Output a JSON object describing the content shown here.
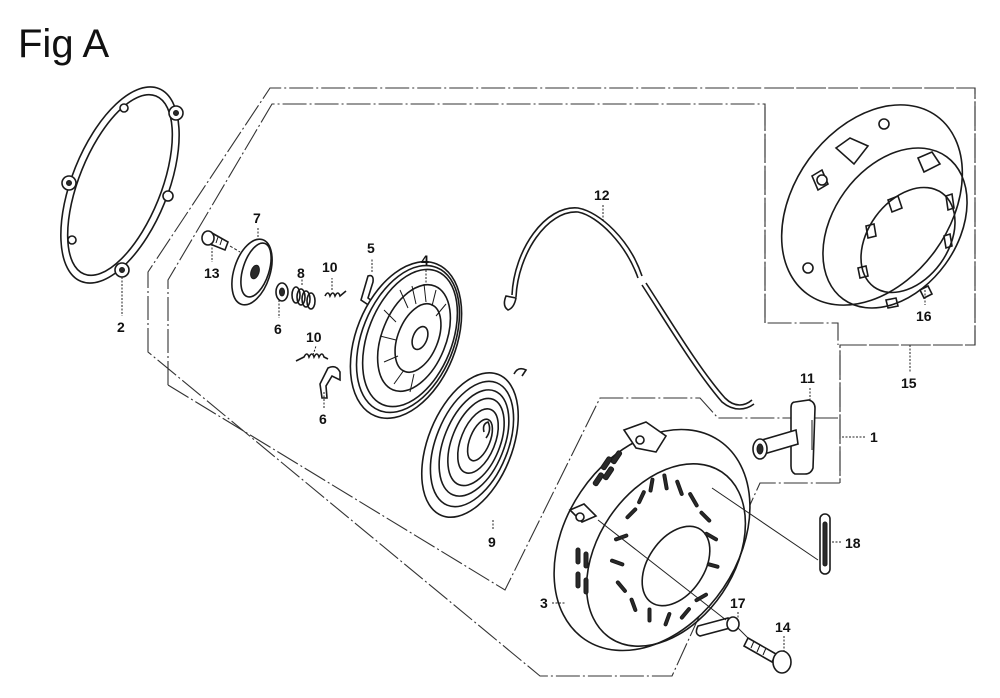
{
  "figure": {
    "title": "Fig A",
    "description": "Exploded parts diagram of a recoil starter assembly"
  },
  "parts": [
    {
      "callout": "1",
      "name": "recoil-starter-assembly"
    },
    {
      "callout": "2",
      "name": "gasket"
    },
    {
      "callout": "3",
      "name": "starter-case"
    },
    {
      "callout": "4",
      "name": "reel"
    },
    {
      "callout": "5",
      "name": "ratchet-upper"
    },
    {
      "callout": "6",
      "name": "ratchet-lower"
    },
    {
      "callout": "6",
      "name": "washer"
    },
    {
      "callout": "7",
      "name": "ratchet-guide"
    },
    {
      "callout": "8",
      "name": "friction-spring"
    },
    {
      "callout": "9",
      "name": "recoil-spring"
    },
    {
      "callout": "10",
      "name": "return-spring-upper"
    },
    {
      "callout": "10",
      "name": "return-spring-lower"
    },
    {
      "callout": "11",
      "name": "starter-grip"
    },
    {
      "callout": "12",
      "name": "starter-rope"
    },
    {
      "callout": "13",
      "name": "setting-bolt"
    },
    {
      "callout": "14",
      "name": "flange-bolt"
    },
    {
      "callout": "15",
      "name": "starter-pulley-assembly"
    },
    {
      "callout": "16",
      "name": "starter-pulley"
    },
    {
      "callout": "17",
      "name": "collar"
    },
    {
      "callout": "18",
      "name": "rope-guide"
    }
  ]
}
